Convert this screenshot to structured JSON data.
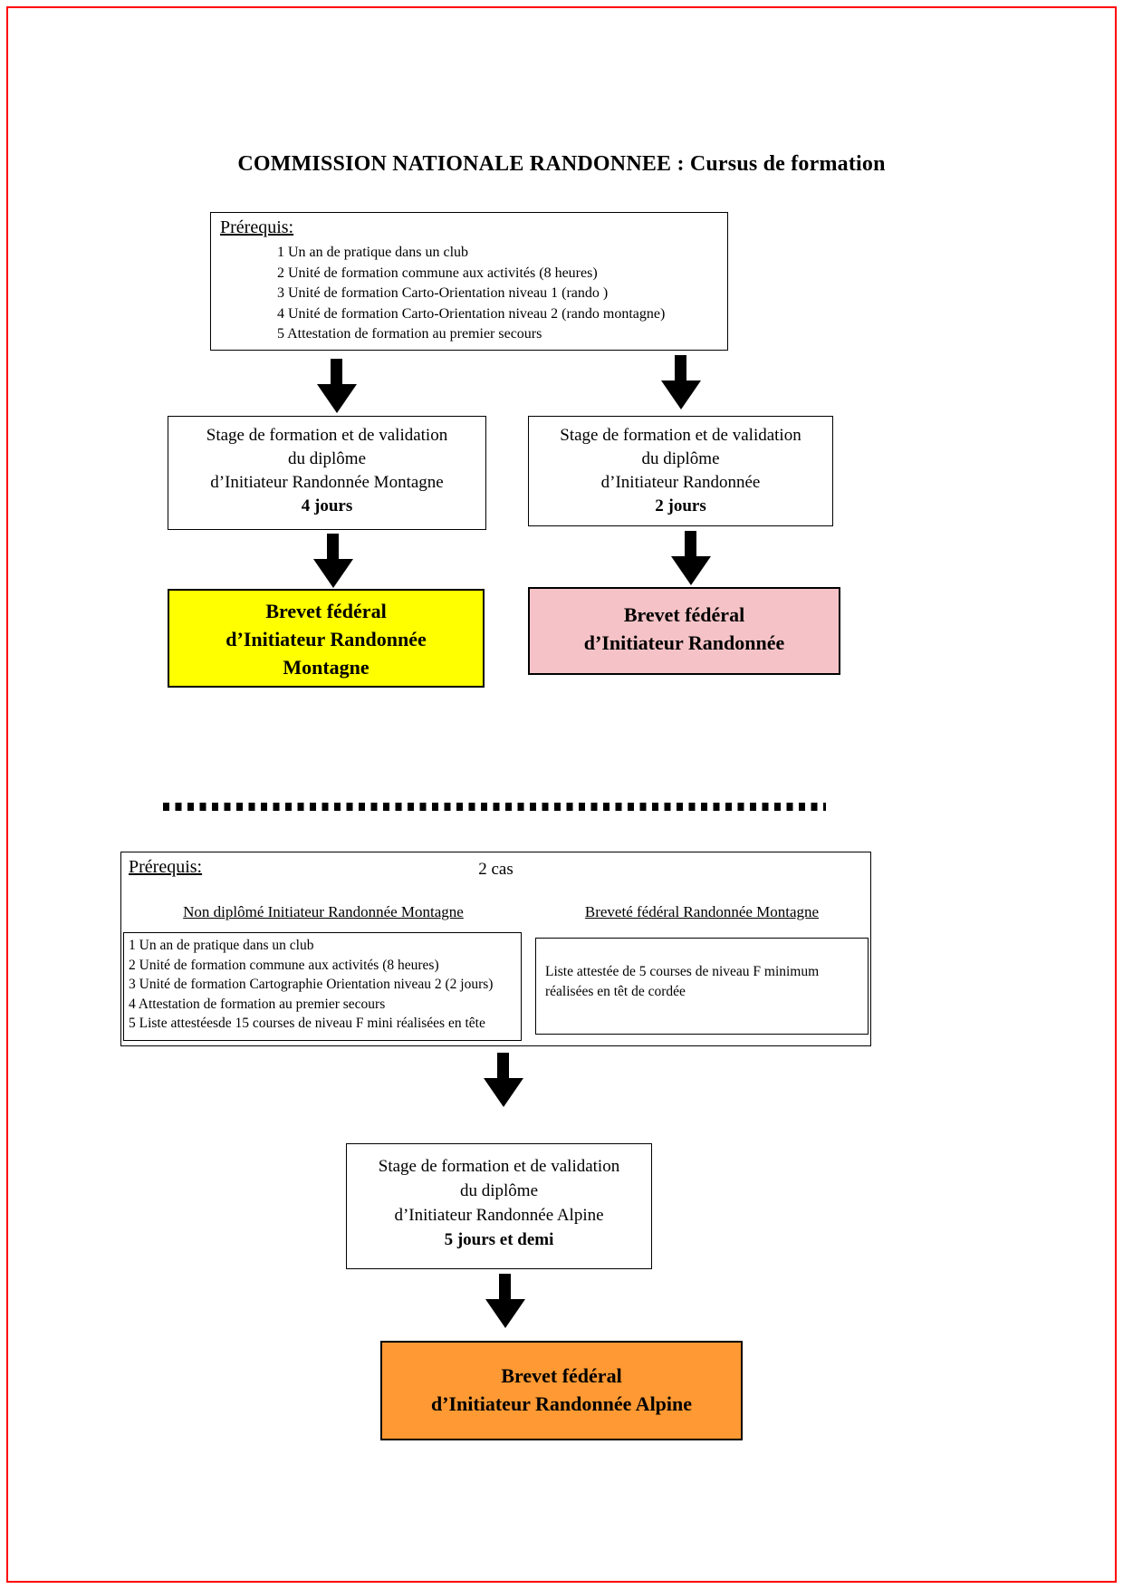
{
  "page": {
    "title": "COMMISSION NATIONALE RANDONNEE : Cursus de formation",
    "frame_color": "#ff0000"
  },
  "top_flow": {
    "prerequisites": {
      "label": "Prérequis:",
      "items": [
        "1 Un an de pratique dans un club",
        "2 Unité de formation commune aux activités (8 heures)",
        "3 Unité de formation Carto-Orientation niveau 1 (rando )",
        "4 Unité de formation Carto-Orientation niveau 2 (rando montagne)",
        "5 Attestation de formation au premier secours"
      ]
    },
    "stage_left": {
      "lines": [
        "Stage de formation et de validation",
        "du diplôme",
        "d’Initiateur Randonnée Montagne"
      ],
      "duration": "4 jours"
    },
    "stage_right": {
      "lines": [
        "Stage de formation et de validation",
        "du diplôme",
        "d’Initiateur Randonnée"
      ],
      "duration": "2 jours"
    },
    "brevet_left": {
      "lines": [
        "Brevet fédéral",
        "d’Initiateur Randonnée",
        "Montagne"
      ],
      "color": "#ffff00"
    },
    "brevet_right": {
      "lines": [
        "Brevet fédéral",
        "d’Initiateur Randonnée"
      ],
      "color": "#f5c3c7"
    }
  },
  "bottom_flow": {
    "prerequisites": {
      "label": "Prérequis:",
      "cases_label": "2 cas",
      "left_heading": "Non diplômé Initiateur Randonnée Montagne",
      "right_heading": "Breveté fédéral Randonnée Montagne",
      "left_items": [
        "1 Un an de pratique dans un club",
        "2 Unité de formation commune aux activités (8 heures)",
        "3 Unité de formation Cartographie Orientation niveau 2 (2 jours)",
        "4 Attestation de formation au premier secours",
        "5 Liste attestéesde 15 courses de niveau F mini réalisées en tête"
      ],
      "right_lines": [
        "Liste attestée de 5 courses de niveau F minimum",
        "réalisées en têt de cordée"
      ]
    },
    "stage": {
      "lines": [
        "Stage de formation et de validation",
        "du diplôme",
        "d’Initiateur Randonnée Alpine"
      ],
      "duration": "5 jours et demi"
    },
    "brevet": {
      "lines": [
        "Brevet fédéral",
        "d’Initiateur Randonnée Alpine"
      ],
      "color": "#ff9933"
    }
  }
}
